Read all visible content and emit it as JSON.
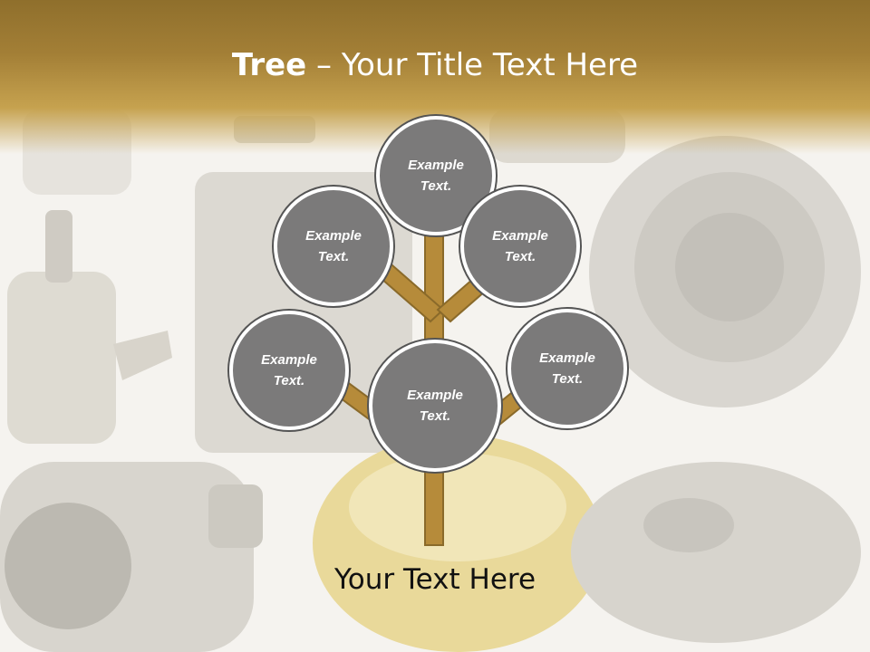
{
  "slide": {
    "title_bold": "Tree",
    "title_rest": " – Your Title Text Here",
    "footer_text": "Your Text Here"
  },
  "nodes": [
    {
      "line1": "Example",
      "line2": "Text."
    },
    {
      "line1": "Example",
      "line2": "Text."
    },
    {
      "line1": "Example",
      "line2": "Text."
    },
    {
      "line1": "Example",
      "line2": "Text."
    },
    {
      "line1": "Example",
      "line2": "Text."
    },
    {
      "line1": "Example",
      "line2": "Text."
    }
  ],
  "colors": {
    "header": "#a37f36",
    "branch": "#b68b3a",
    "node_fill": "#7b7a7a",
    "node_border": "#ffffff"
  }
}
